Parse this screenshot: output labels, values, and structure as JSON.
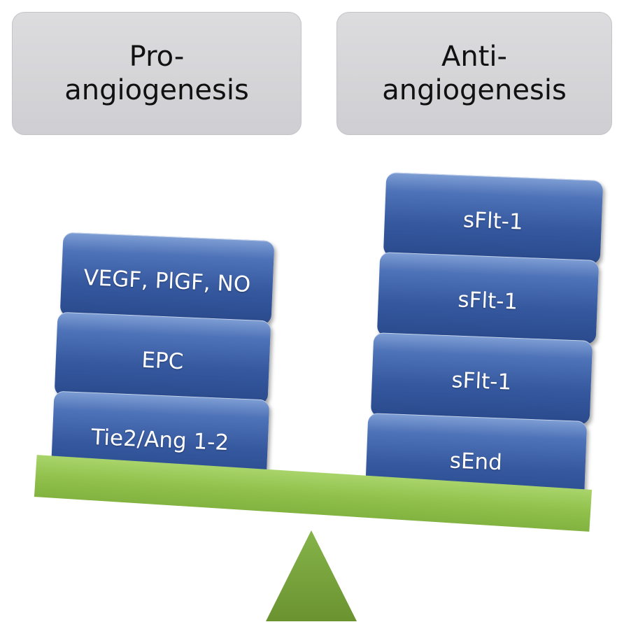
{
  "header": {
    "left": {
      "line1": "Pro-",
      "line2": "angiogenesis"
    },
    "right": {
      "line1": "Anti-",
      "line2": "angiogenesis"
    }
  },
  "left_stack": [
    "VEGF, PlGF, NO",
    "EPC",
    "Tie2/Ang 1-2"
  ],
  "right_stack": [
    "sFlt-1",
    "sFlt-1",
    "sFlt-1",
    "sEnd"
  ],
  "colors": {
    "header_fill": "#d5d5d9",
    "block_fill": "#3a5ca3",
    "beam_fill": "#92c24d",
    "fulcrum_fill": "#709b35"
  }
}
